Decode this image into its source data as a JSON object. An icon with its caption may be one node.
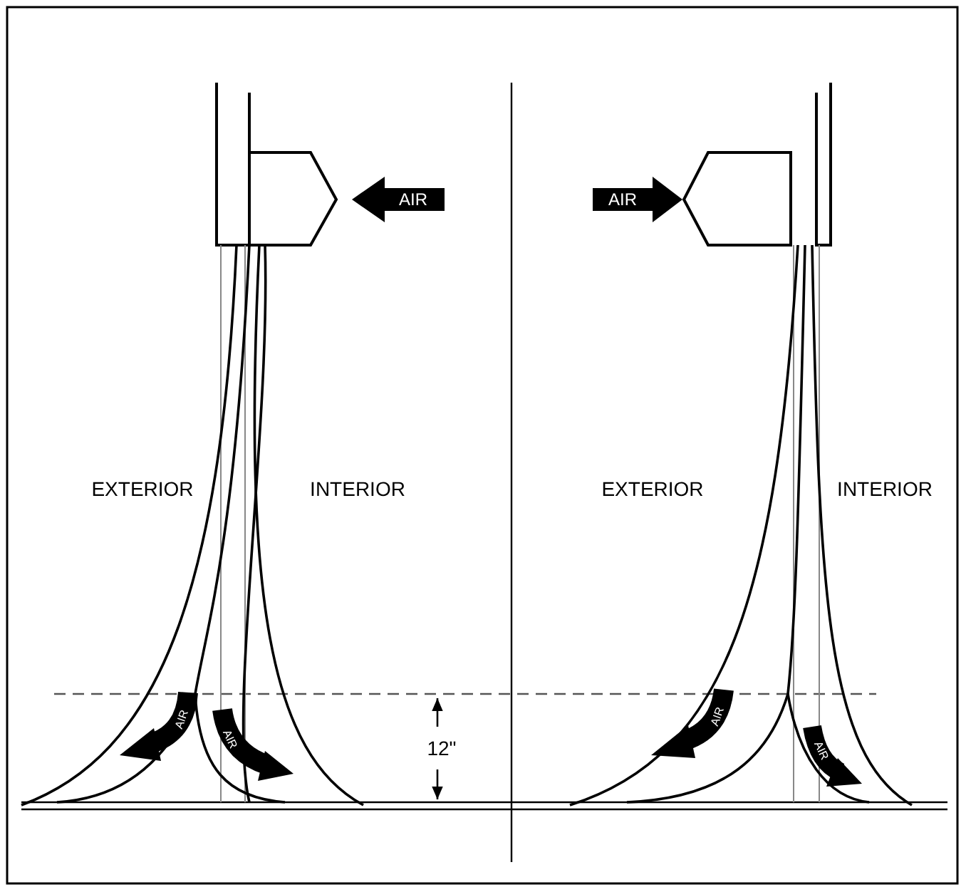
{
  "diagram": {
    "labels": [
      "AIR",
      "AIR",
      "EXTERIOR",
      "INTERIOR",
      "EXTERIOR",
      "INTERIOR",
      "AIR",
      "AIR",
      "12\"",
      "AIR",
      "AIR"
    ]
  }
}
